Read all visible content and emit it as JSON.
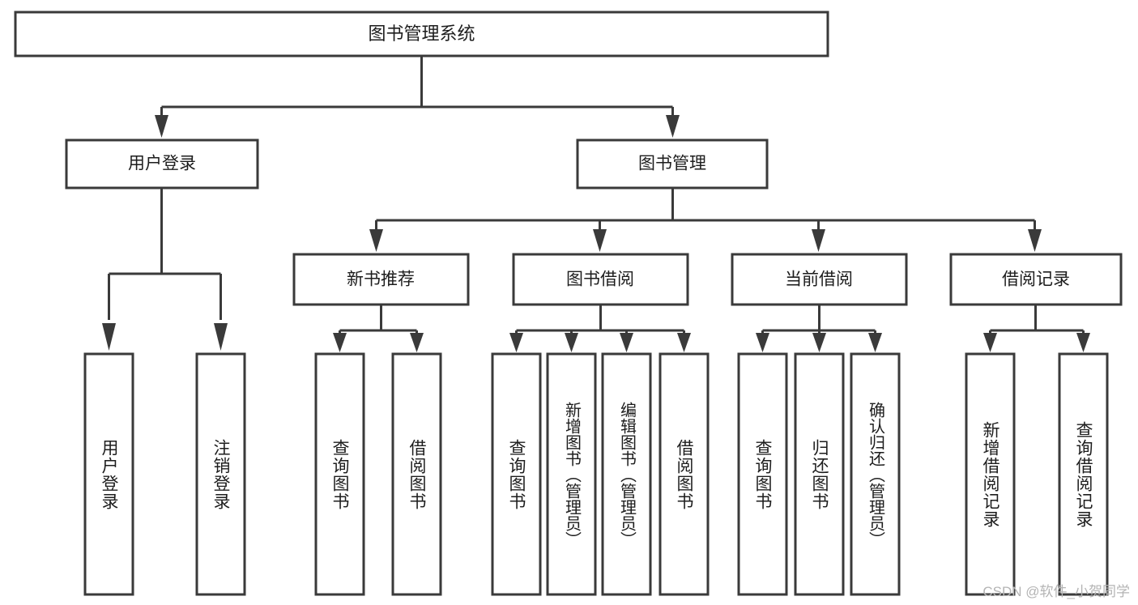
{
  "diagram": {
    "type": "tree-hierarchy",
    "title": "图书管理系统",
    "root": {
      "label": "图书管理系统"
    },
    "level2": [
      {
        "label": "用户登录"
      },
      {
        "label": "图书管理"
      }
    ],
    "level3": [
      {
        "label": "新书推荐"
      },
      {
        "label": "图书借阅"
      },
      {
        "label": "当前借阅"
      },
      {
        "label": "借阅记录"
      }
    ],
    "leaves": {
      "user_login": [
        {
          "label": "用户登录"
        },
        {
          "label": "注销登录"
        }
      ],
      "new_book_recommend": [
        {
          "label": "查询图书"
        },
        {
          "label": "借阅图书"
        }
      ],
      "book_borrow": [
        {
          "label": "查询图书"
        },
        {
          "label": "新增图书（管理员）"
        },
        {
          "label": "编辑图书（管理员）"
        },
        {
          "label": "借阅图书"
        }
      ],
      "current_borrow": [
        {
          "label": "查询图书"
        },
        {
          "label": "归还图书"
        },
        {
          "label": "确认归还（管理员）"
        }
      ],
      "borrow_record": [
        {
          "label": "新增借阅记录"
        },
        {
          "label": "查询借阅记录"
        }
      ]
    }
  },
  "watermark": {
    "text": "CSDN @软件_小贺同学"
  },
  "colors": {
    "box_stroke": "#3a3a3a",
    "box_fill": "#ffffff",
    "text": "#1d1d1d",
    "watermark": "#b4b4b4",
    "background": "#ffffff"
  }
}
